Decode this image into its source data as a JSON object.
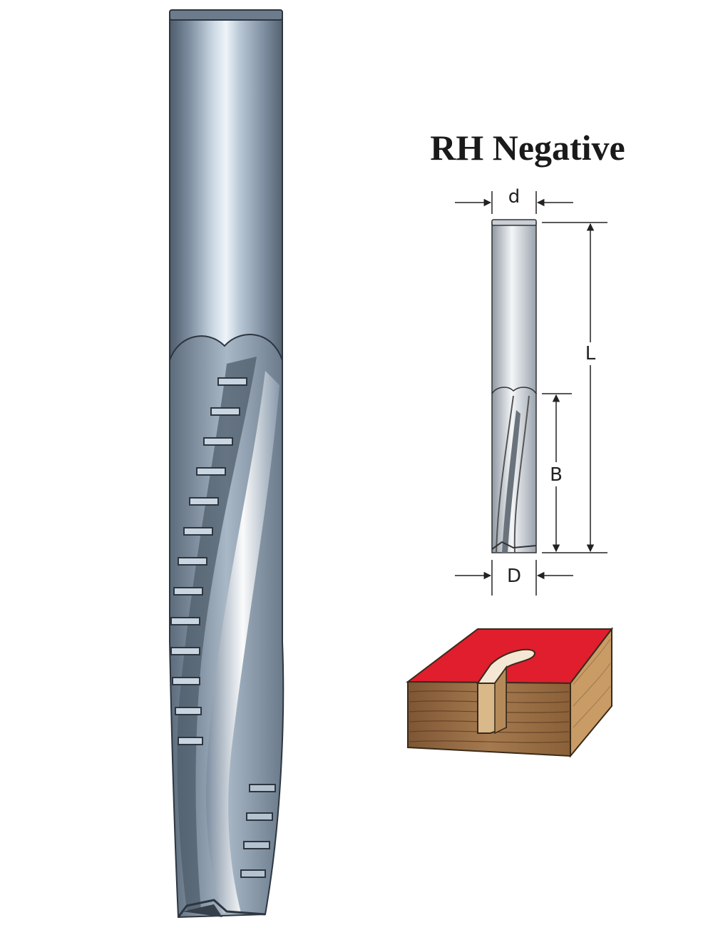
{
  "title": "RH Negative",
  "dimensions": {
    "shank_diameter": "d",
    "overall_length": "L",
    "cutting_length": "B",
    "cutting_diameter": "D"
  },
  "colors": {
    "steel_dark": "#4a5a6a",
    "steel_mid": "#8ea0b2",
    "steel_light": "#e6eef5",
    "workpiece_top": "#e01e2e",
    "wood": "#9a7048"
  }
}
